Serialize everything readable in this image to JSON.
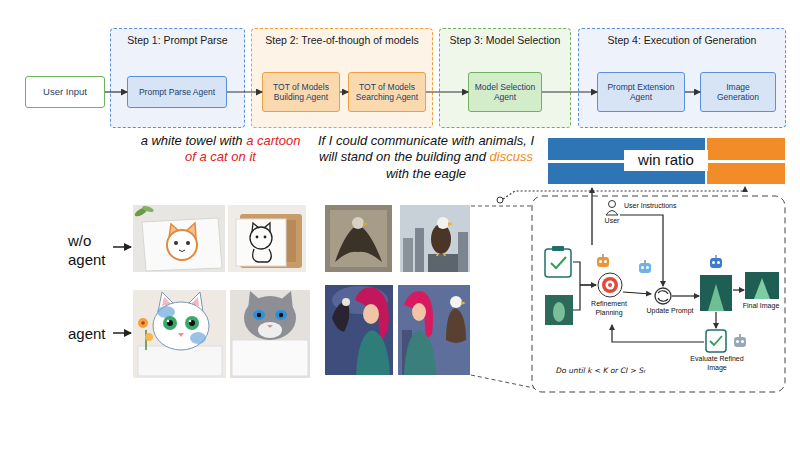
{
  "diagram": {
    "nodes": [
      {
        "text": [
          "User Input"
        ]
      },
      {
        "text": [
          "Step 1: Prompt Parse"
        ]
      },
      {
        "text": [
          "Prompt Parse Agent"
        ],
        "in": 1
      },
      {
        "text": [
          "Step 2: Tree-of-though of models"
        ]
      },
      {
        "text": [
          "TOT of Models Building Agent"
        ],
        "in": 3
      },
      {
        "text": [
          "TOT of Models Searching Agent"
        ],
        "in": 3
      },
      {
        "text": [
          "Step 3: Model Selection"
        ]
      },
      {
        "text": [
          "Model Selection Agent"
        ],
        "in": 6
      },
      {
        "text": [
          "Step 4: Execution of Generation"
        ]
      },
      {
        "text": [
          "Prompt Extension Agent"
        ],
        "in": 8
      },
      {
        "text": [
          "Image Generation"
        ],
        "in": 8
      }
    ],
    "edges": [
      {
        "from": 0,
        "to": 2,
        "arrow": "to"
      },
      {
        "from": 2,
        "to": 4,
        "arrow": "to"
      },
      {
        "from": 4,
        "to": 5,
        "arrow": "to"
      },
      {
        "from": 5,
        "to": 7,
        "arrow": "to"
      },
      {
        "from": 7,
        "to": 9,
        "arrow": "to"
      },
      {
        "from": 9,
        "to": 10,
        "arrow": "to"
      }
    ],
    "labels": [
      "a white towel with",
      "a cartoon of a cat on it",
      "If I could communicate with animals, I will stand on the building and",
      "discuss",
      "with the eagle",
      "win ratio",
      "w/o agent",
      "agent",
      "User",
      "User Instructions",
      "Refinement Planning",
      "Update Prompt",
      "Final Image",
      "Evaluate Refined Image",
      "Do until k < K or CI > Sₜ"
    ]
  }
}
